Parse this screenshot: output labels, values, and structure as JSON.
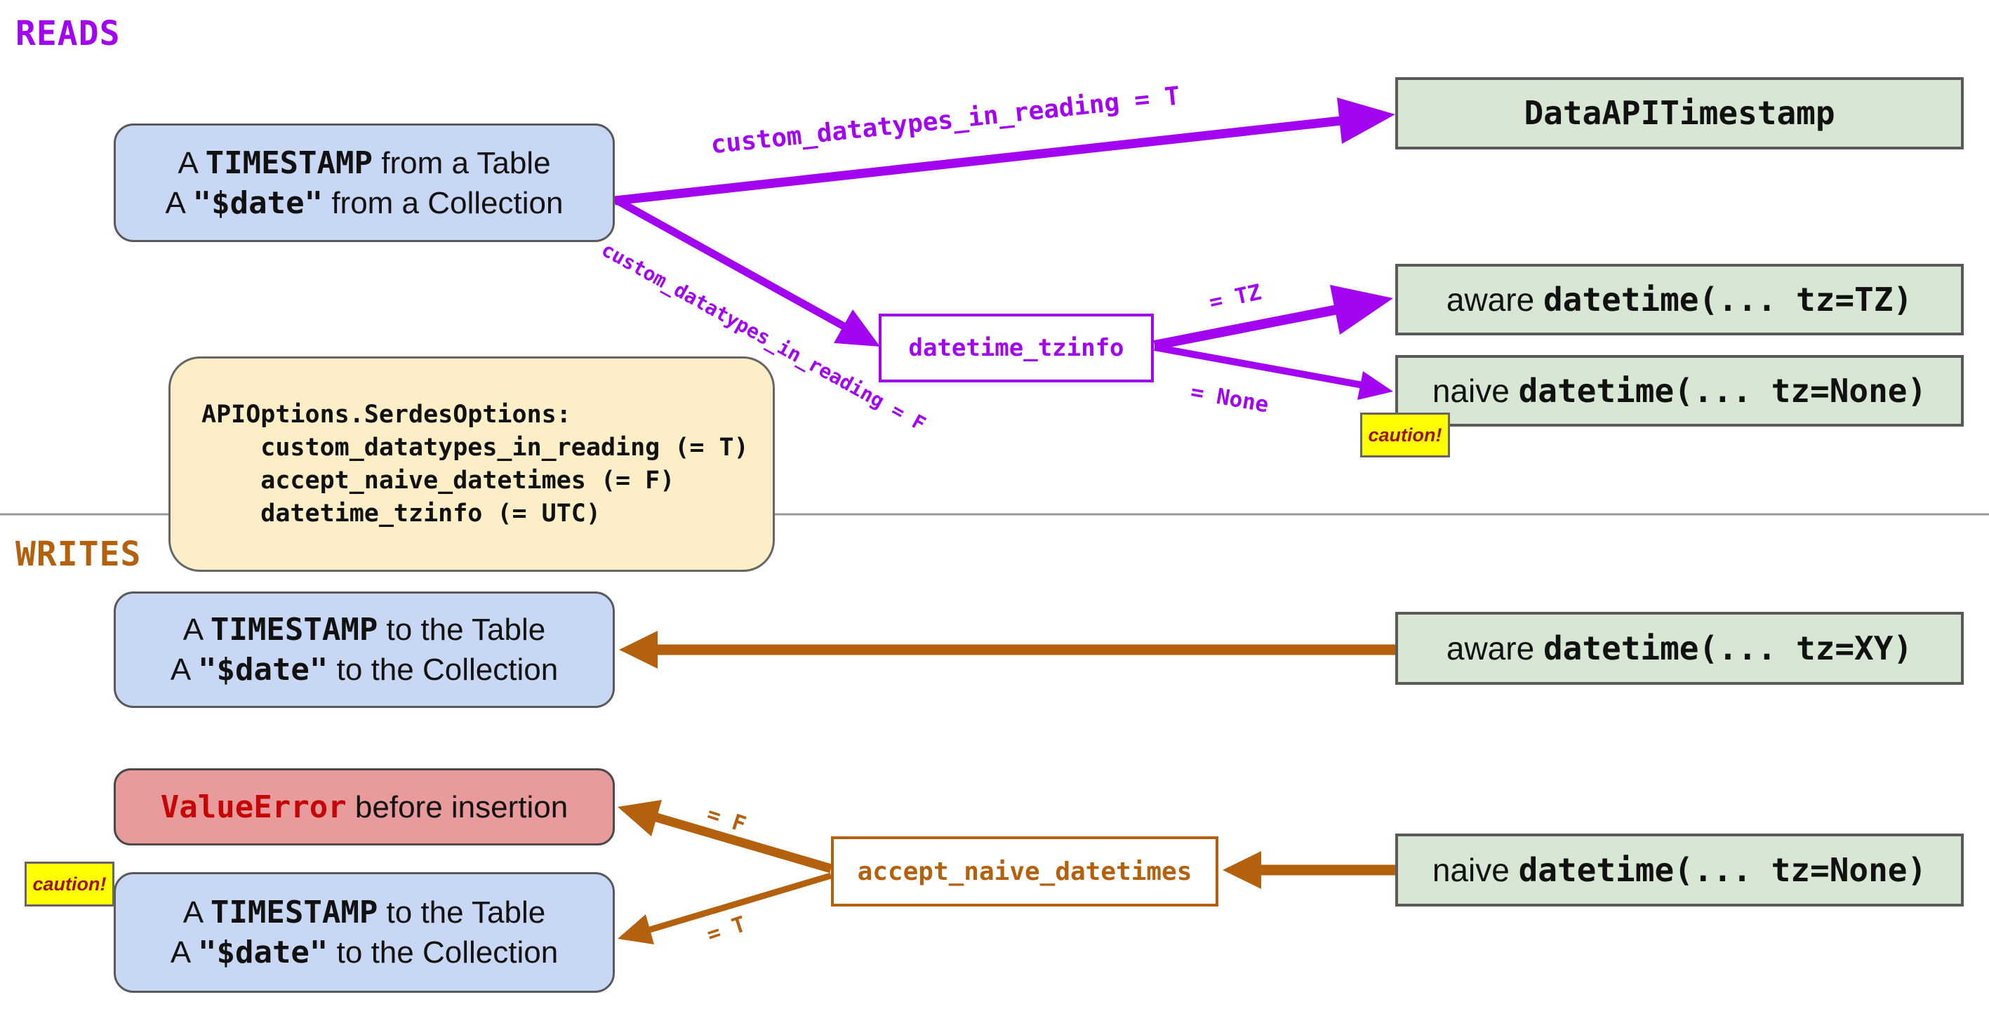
{
  "headers": {
    "reads": "READS",
    "writes": "WRITES"
  },
  "colors": {
    "purple": "#A203F0",
    "orange": "#B4610D",
    "divider": "#999999",
    "blue_fill": "#c8d8f4",
    "green_fill": "#d8e7d4",
    "red_fill": "#e99a9a",
    "tan_fill": "#fcefc8",
    "caution_fill": "#ffff00",
    "caution_text": "#9E1313",
    "valueerror_text": "#C40606",
    "box_border": "#595959"
  },
  "reads": {
    "source": {
      "line1": {
        "pre": "A ",
        "code": "TIMESTAMP",
        "post": " from a Table"
      },
      "line2": {
        "pre": "A ",
        "code": "\"$date\"",
        "post": " from a Collection"
      }
    },
    "arrow_top_label": "custom_datatypes_in_reading = T",
    "arrow_bottom_label": "custom_datatypes_in_reading = F",
    "dataapi_timestamp": {
      "code": "DataAPITimestamp"
    },
    "tzinfo_switch": {
      "code": "datetime_tzinfo"
    },
    "tz_label": "= TZ",
    "none_label": "= None",
    "aware_result": {
      "pre": "aware ",
      "code": "datetime(... tz=TZ)"
    },
    "naive_result": {
      "pre": "naive ",
      "code": "datetime(... tz=None)"
    },
    "caution": "caution!"
  },
  "options_note": {
    "lines": [
      "APIOptions.SerdesOptions:",
      "    custom_datatypes_in_reading (= T)",
      "    accept_naive_datetimes (= F)",
      "    datetime_tzinfo (= UTC)"
    ]
  },
  "writes": {
    "target": {
      "line1": {
        "pre": "A ",
        "code": "TIMESTAMP",
        "post": " to the Table"
      },
      "line2": {
        "pre": "A ",
        "code": "\"$date\"",
        "post": " to the Collection"
      }
    },
    "aware_source": {
      "pre": "aware ",
      "code": "datetime(... tz=XY)"
    },
    "naive_source": {
      "pre": "naive ",
      "code": "datetime(... tz=None)"
    },
    "valueerror": {
      "code": "ValueError",
      "post": " before insertion"
    },
    "naive_switch": {
      "code": "accept_naive_datetimes"
    },
    "f_label": "= F",
    "t_label": "= T",
    "caution": "caution!"
  }
}
